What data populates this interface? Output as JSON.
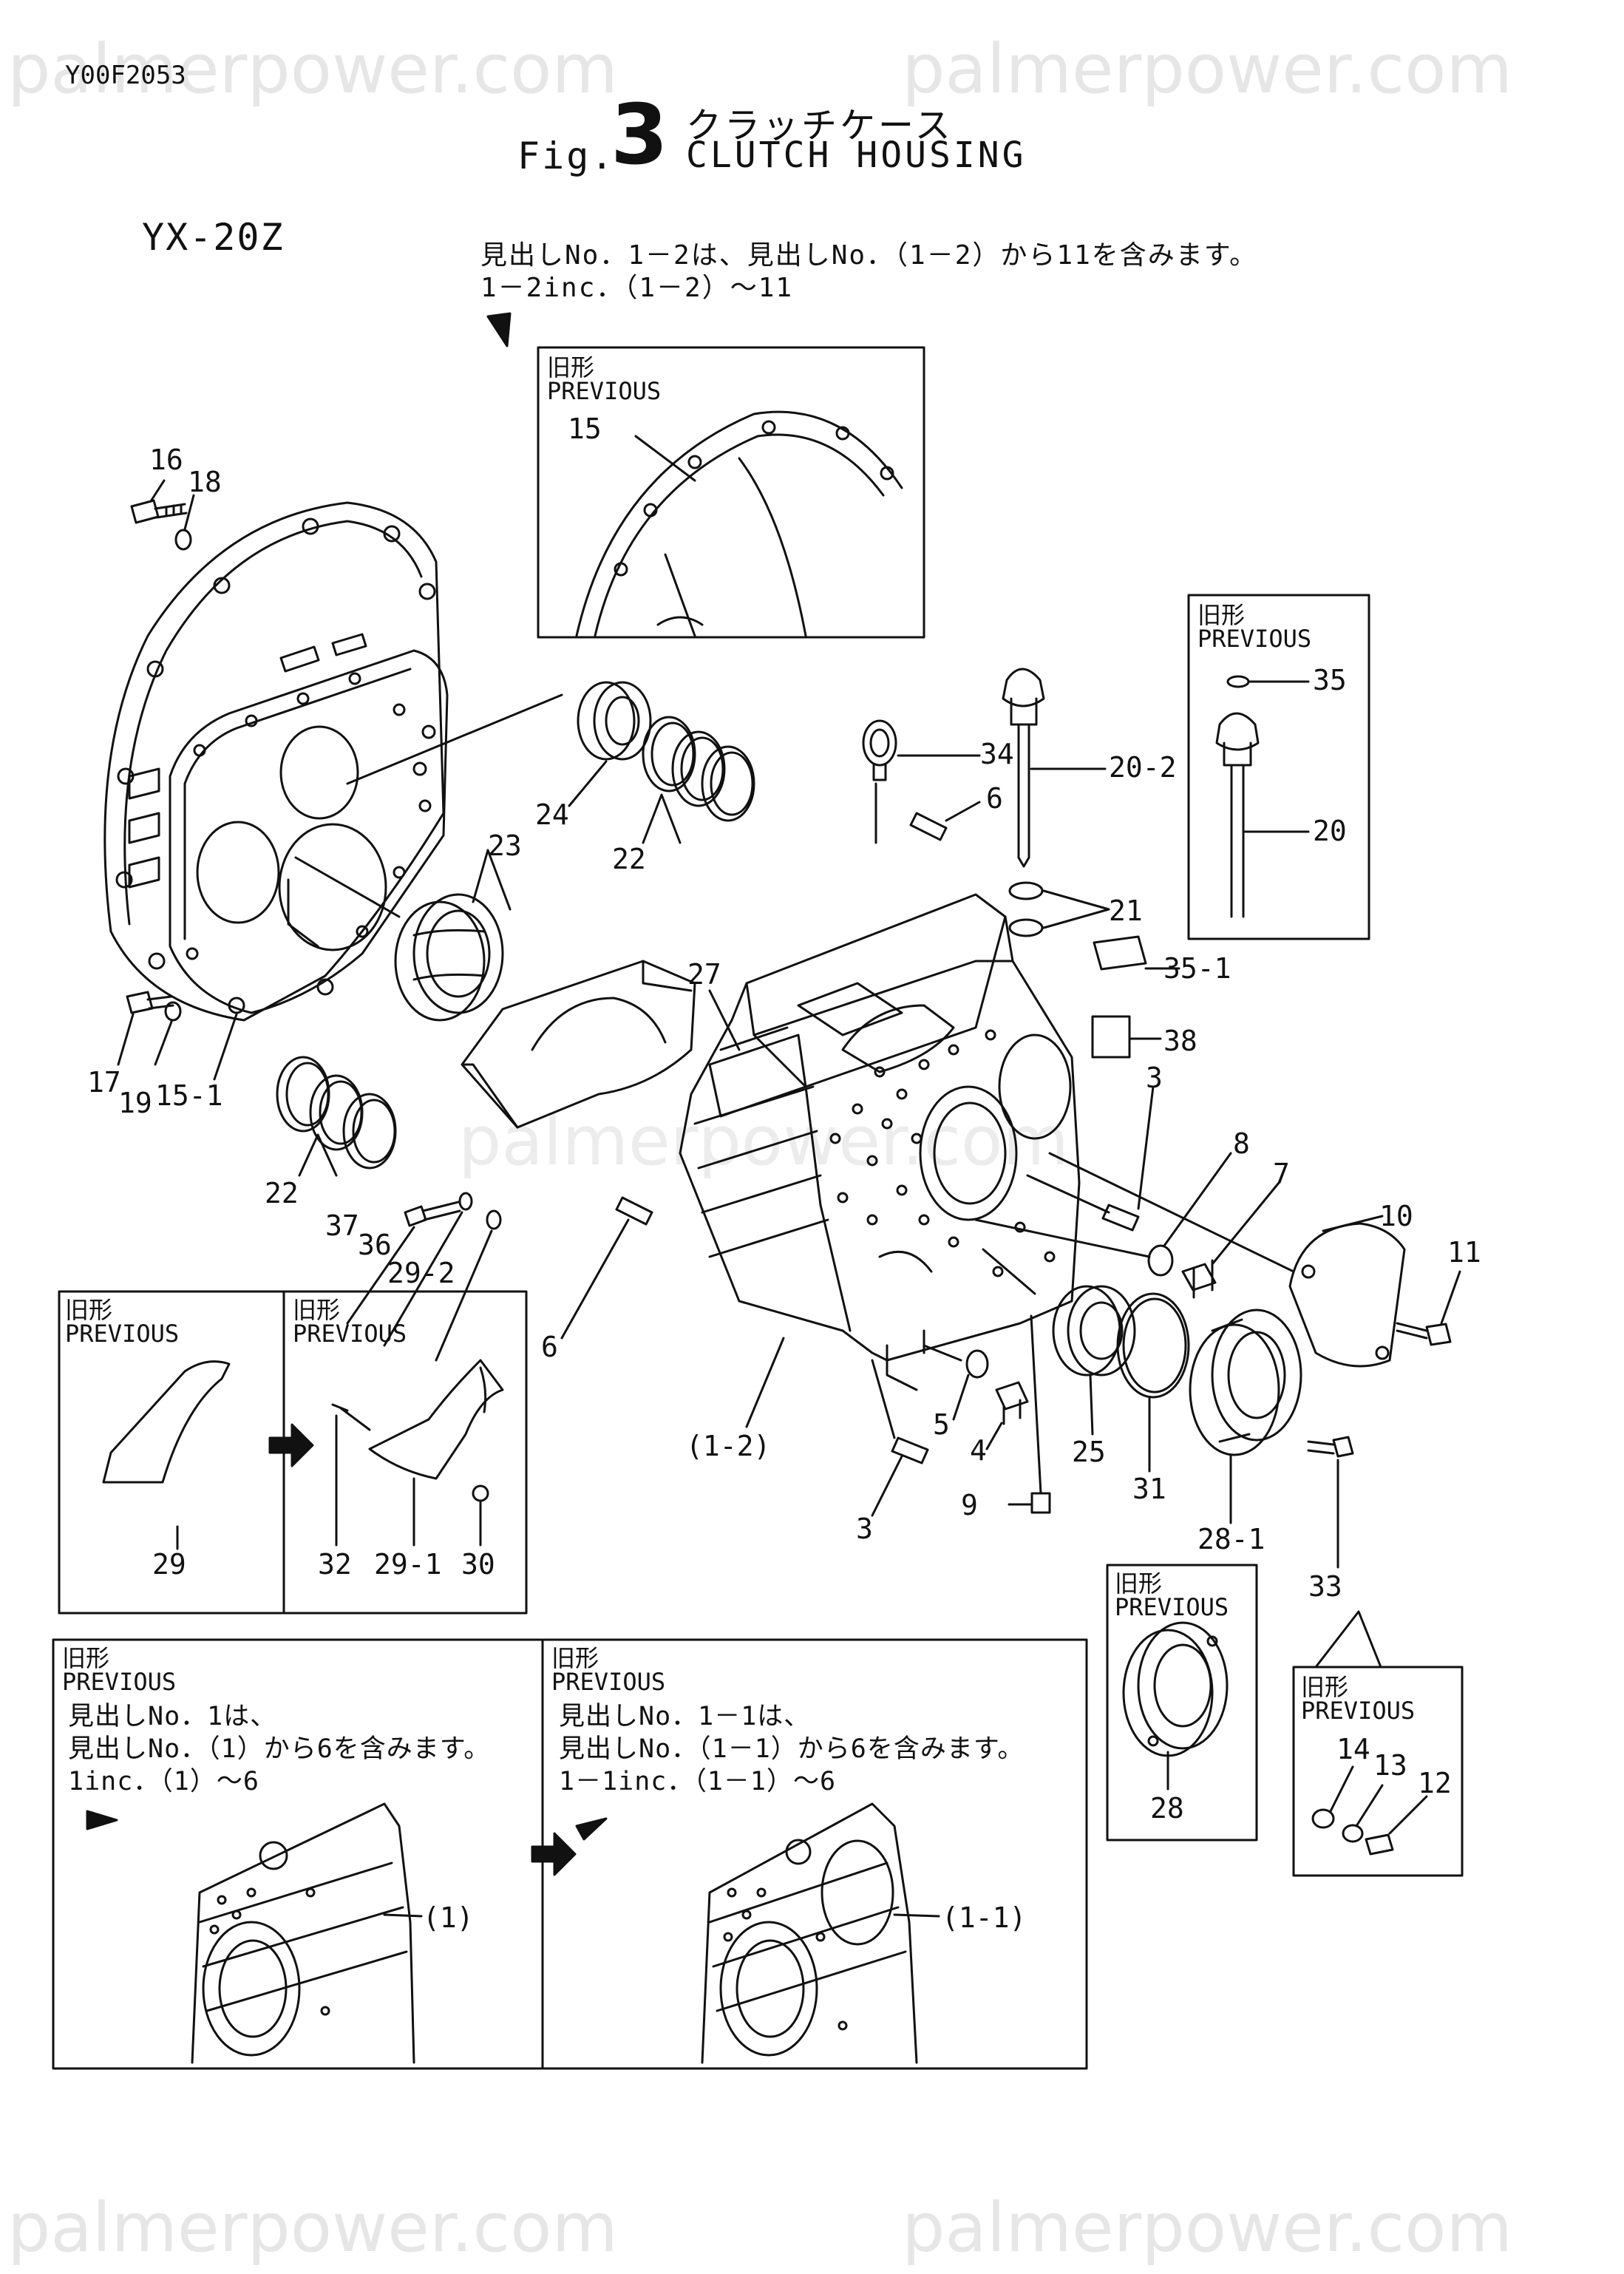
{
  "watermark": "palmerpower.com",
  "doc_code": "Y00F2053",
  "fig_prefix": "Fig.",
  "fig_number": "3",
  "title_jp": "クラッチケース",
  "title_en": "CLUTCH HOUSING",
  "model": "YX-20Z",
  "note_jp": "見出しNo．1－2は、見出しNo．（1－2）から11を含みます。",
  "note_en": "1－2inc．（1－2）～11",
  "previous_label_jp": "旧形",
  "previous_label_en": "PREVIOUS",
  "box_left_note": [
    "見出しNo．1は、",
    "見出しNo．（1）から6を含みます。",
    "1inc．（1）～6"
  ],
  "box_right_note": [
    "見出しNo．1－1は、",
    "見出しNo．（1－1）から6を含みます。",
    "1－1inc．（1－1）～6"
  ],
  "part_labels": {
    "p16": "16",
    "p18": "18",
    "p15": "15",
    "p24": "24",
    "p22a": "22",
    "p23": "23",
    "p34": "34",
    "p6a": "6",
    "p20_2": "20-2",
    "p35": "35",
    "p20": "20",
    "p21": "21",
    "p35_1": "35-1",
    "p38": "38",
    "p27": "27",
    "p3a": "3",
    "p8": "8",
    "p7": "7",
    "p10": "10",
    "p11": "11",
    "p17": "17",
    "p19": "19",
    "p15_1": "15-1",
    "p22b": "22",
    "p37": "37",
    "p36": "36",
    "p29_2": "29-2",
    "p6b": "6",
    "p1_2": "(1-2)",
    "p5": "5",
    "p4": "4",
    "p25": "25",
    "p31": "31",
    "p28_1": "28-1",
    "p9": "9",
    "p3b": "3",
    "p33": "33",
    "p29": "29",
    "p32": "32",
    "p29_1": "29-1",
    "p30": "30",
    "p28": "28",
    "p14": "14",
    "p13": "13",
    "p12": "12",
    "p1": "(1)",
    "p1_1": "(1-1)"
  }
}
